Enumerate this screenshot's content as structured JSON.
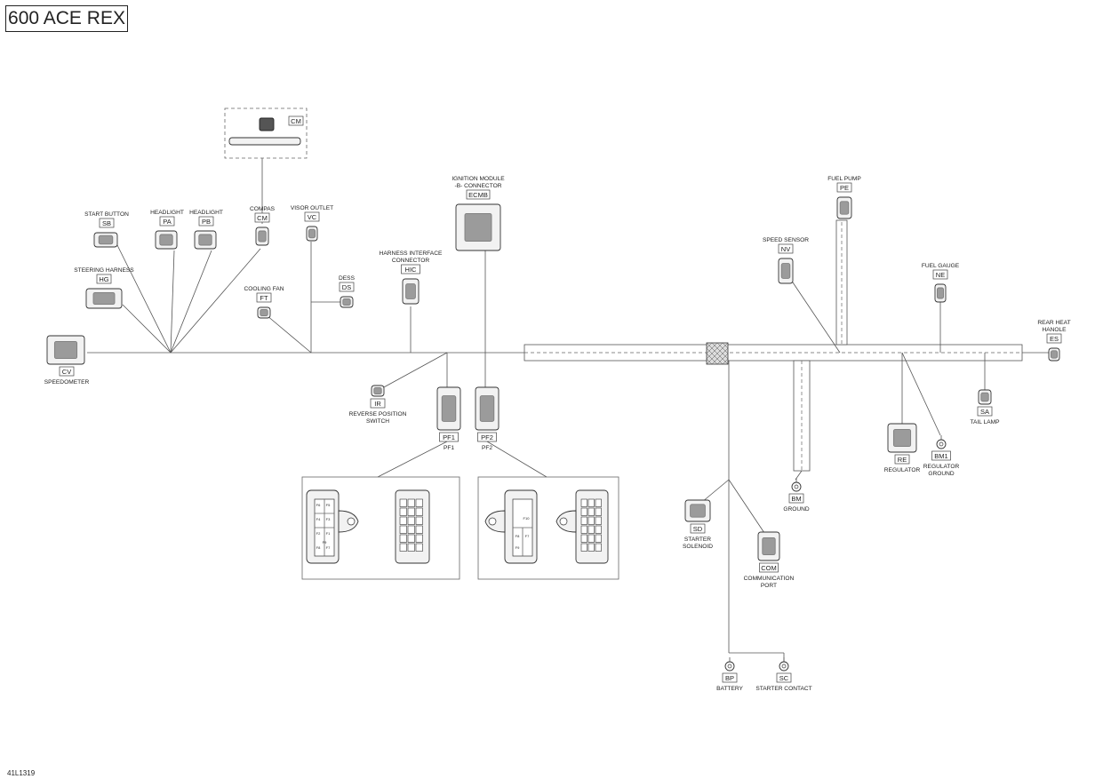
{
  "title": "600 ACE REX",
  "doc_ref": "41L1319",
  "components": [
    {
      "id": "speedometer",
      "code": "CV",
      "lines": [
        "SPEEDOMETER"
      ],
      "icon": "gauge-connector-icon"
    },
    {
      "id": "steering-harness",
      "code": "HG",
      "lines": [
        "STEERING HARNESS"
      ],
      "icon": "multipin-connector-icon"
    },
    {
      "id": "start-button",
      "code": "SB",
      "lines": [
        "START BUTTON"
      ],
      "icon": "plug-connector-icon"
    },
    {
      "id": "headlight-a",
      "code": "PA",
      "lines": [
        "HEADLIGHT"
      ],
      "icon": "plug-connector-icon"
    },
    {
      "id": "headlight-b",
      "code": "PB",
      "lines": [
        "HEADLIGHT"
      ],
      "icon": "plug-connector-icon"
    },
    {
      "id": "compas",
      "code": "CM",
      "lines": [
        "COMPAS"
      ],
      "icon": "plug-connector-icon"
    },
    {
      "id": "visor-outlet",
      "code": "VC",
      "lines": [
        "VISOR OUTLET"
      ],
      "icon": "plug-connector-icon"
    },
    {
      "id": "cooling-fan",
      "code": "FT",
      "lines": [
        "COOLING FAN"
      ],
      "icon": "plug-connector-icon"
    },
    {
      "id": "dess",
      "code": "DS",
      "lines": [
        "DESS"
      ],
      "icon": "plug-connector-icon"
    },
    {
      "id": "harness-interface",
      "code": "HIC",
      "lines": [
        "HARNESS INTERFACE",
        "CONNECTOR"
      ],
      "icon": "plug-connector-icon"
    },
    {
      "id": "ignition-module",
      "code": "ECMB",
      "lines": [
        "IGNITION MODULE",
        "-B- CONNECTOR"
      ],
      "icon": "ecm-connector-icon"
    },
    {
      "id": "reverse-switch",
      "code": "IR",
      "lines": [
        "REVERSE POSITION",
        "SWITCH"
      ],
      "icon": "plug-connector-icon"
    },
    {
      "id": "pf1",
      "code": "PF1",
      "lines": [
        "PF1"
      ],
      "icon": "multipin-connector-icon"
    },
    {
      "id": "pf2",
      "code": "PF2",
      "lines": [
        "PF2"
      ],
      "icon": "multipin-connector-icon"
    },
    {
      "id": "speed-sensor",
      "code": "NV",
      "lines": [
        "SPEED SENSOR"
      ],
      "icon": "sensor-icon"
    },
    {
      "id": "fuel-pump",
      "code": "PE",
      "lines": [
        "FUEL PUMP"
      ],
      "icon": "plug-connector-icon"
    },
    {
      "id": "fuel-gauge",
      "code": "NE",
      "lines": [
        "FUEL GAUGE"
      ],
      "icon": "plug-connector-icon"
    },
    {
      "id": "rear-heat-handle",
      "code": "ES",
      "lines": [
        "REAR HEAT",
        "HANOLE"
      ],
      "icon": "plug-connector-icon"
    },
    {
      "id": "tail-lamp",
      "code": "SA",
      "lines": [
        "TAIL LAMP"
      ],
      "icon": "plug-connector-icon"
    },
    {
      "id": "regulator",
      "code": "RE",
      "lines": [
        "REGULATOR"
      ],
      "icon": "regulator-connector-icon"
    },
    {
      "id": "regulator-ground",
      "code": "BM1",
      "lines": [
        "REGULATOR",
        "GROUND"
      ],
      "icon": "ring-terminal-icon"
    },
    {
      "id": "ground",
      "code": "BM",
      "lines": [
        "GROUND"
      ],
      "icon": "ring-terminal-icon"
    },
    {
      "id": "starter-solenoid",
      "code": "SD",
      "lines": [
        "STARTER",
        "SOLENOID"
      ],
      "icon": "plug-connector-icon"
    },
    {
      "id": "communication-port",
      "code": "COM",
      "lines": [
        "COMMUNICATION",
        "PORT"
      ],
      "icon": "round-connector-icon"
    },
    {
      "id": "battery",
      "code": "BP",
      "lines": [
        "BATTERY"
      ],
      "icon": "ring-terminal-icon"
    },
    {
      "id": "starter-contact",
      "code": "SC",
      "lines": [
        "STARTER CONTACT"
      ],
      "icon": "ring-terminal-icon"
    }
  ],
  "inset_compas_code": "CM",
  "pin_labels_pf1": [
    "F6",
    "F5",
    "F4",
    "F3",
    "F2",
    "F1",
    "F8",
    "F7",
    "F9"
  ],
  "pin_labels_pf2": [
    "F10",
    "F8",
    "F7",
    "F9"
  ]
}
